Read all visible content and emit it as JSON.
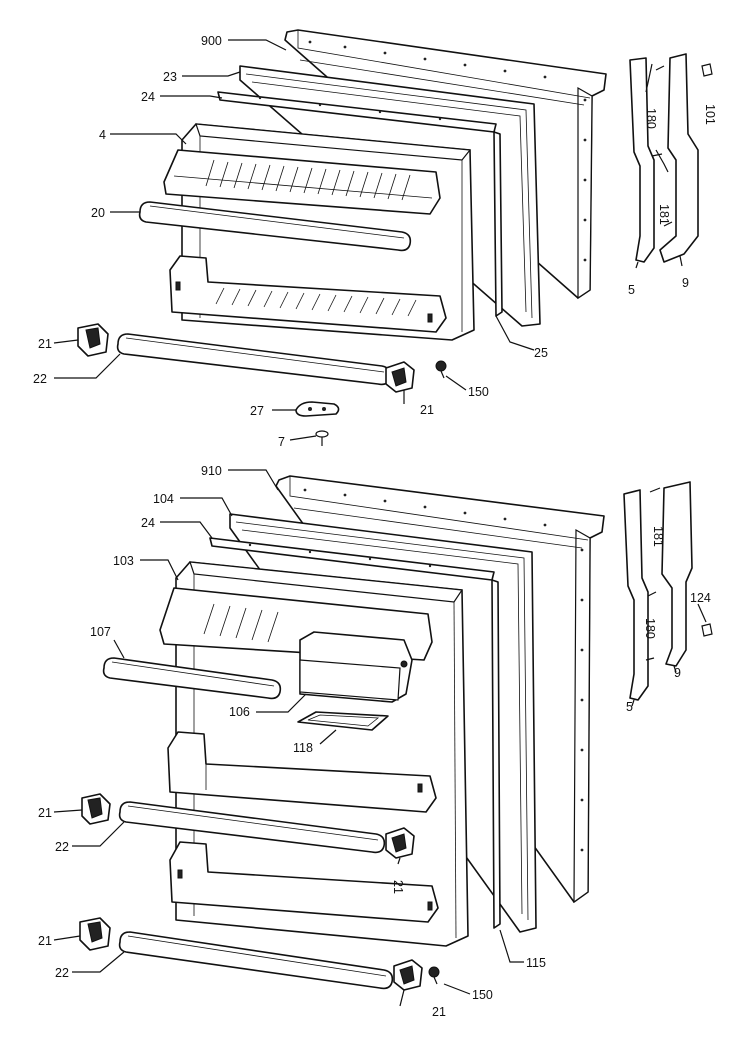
{
  "diagram": {
    "top_assembly": {
      "labels": [
        "900",
        "23",
        "24",
        "4",
        "20",
        "21",
        "22",
        "21",
        "27",
        "7",
        "150",
        "25",
        "5",
        "180",
        "181",
        "9",
        "101"
      ]
    },
    "bottom_assembly": {
      "labels": [
        "910",
        "104",
        "24",
        "103",
        "107",
        "106",
        "118",
        "21",
        "22",
        "21",
        "21",
        "22",
        "21",
        "150",
        "115",
        "5",
        "180",
        "181",
        "9",
        "124"
      ]
    }
  }
}
